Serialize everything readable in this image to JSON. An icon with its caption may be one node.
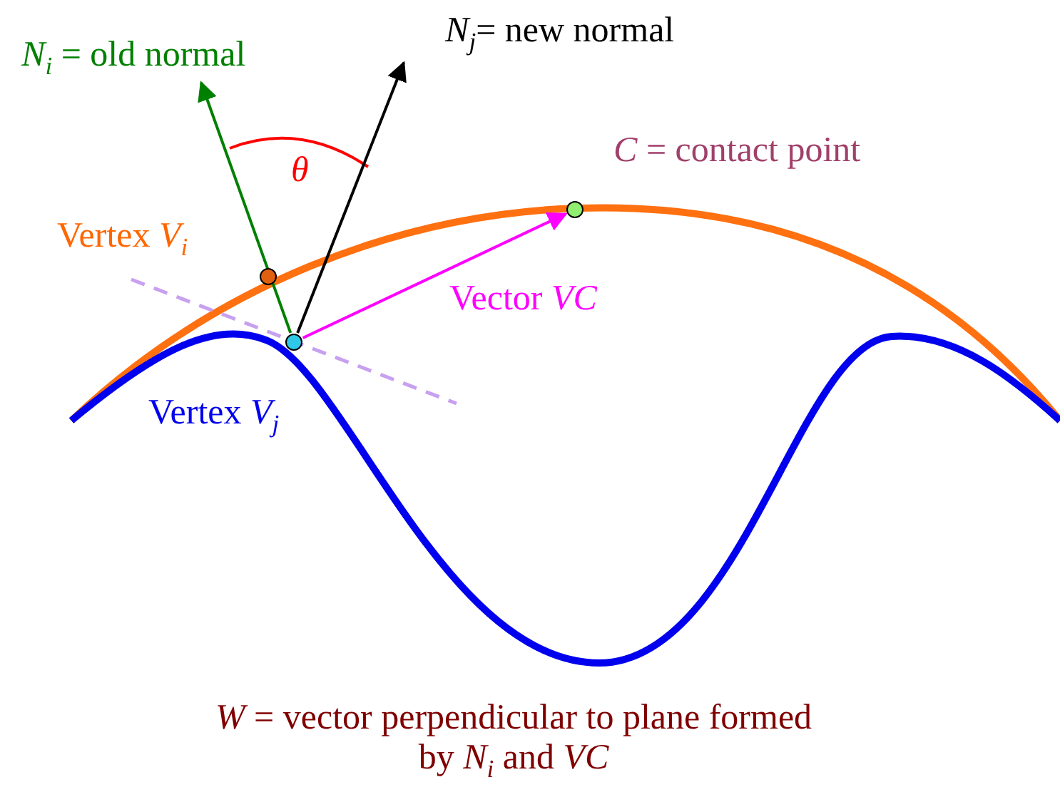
{
  "diagram": {
    "nodes": [
      {
        "text": [],
        "shape": "circle",
        "beside": [
          "Vertex *V*$_{i}$"
        ]
      },
      {
        "text": [],
        "shape": "circle",
        "beside": [
          "Vertex *V*$_{j}$"
        ]
      },
      {
        "text": [],
        "shape": "circle",
        "beside": [
          "*C* = contact point"
        ]
      },
      {
        "text": [
          "*N*$_{i}$ = old normal"
        ]
      },
      {
        "text": [
          "*N*$_{j}$= new normal"
        ]
      }
    ],
    "edges": [
      {
        "from": 1,
        "to": 2,
        "arrow": "to",
        "label": "Vector *VC*",
        "color": "#ff00ff"
      },
      {
        "from": 1,
        "to": 3,
        "arrow": "to",
        "color": "#008000"
      },
      {
        "from": 1,
        "to": 4,
        "arrow": "to",
        "color": "#000000"
      }
    ],
    "labels": [
      "θ",
      "*W* = vector perpendicular to plane formed by *N*$_{i}$ and *VC*"
    ]
  }
}
